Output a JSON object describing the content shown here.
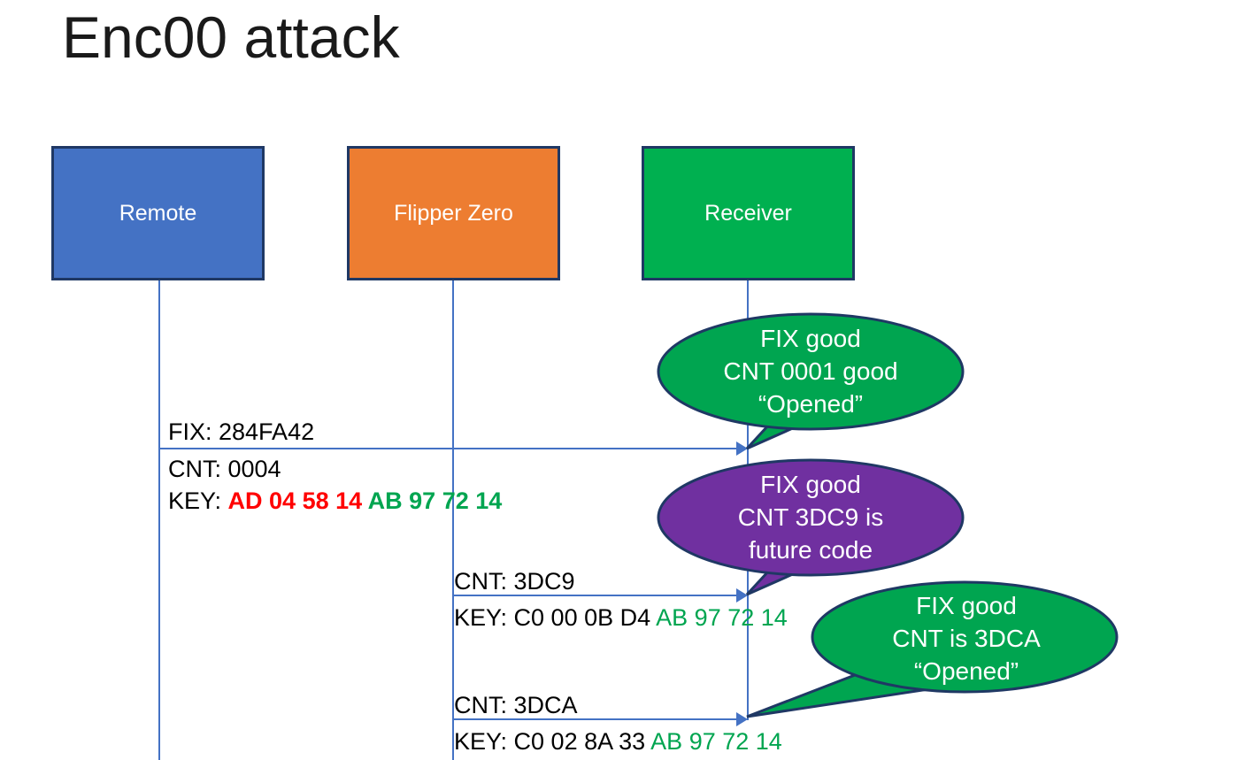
{
  "slide": {
    "title": "Enc00 attack",
    "background": "#ffffff"
  },
  "colors": {
    "remote": "#4472c4",
    "flipper": "#ed7d31",
    "receiver": "#00b050",
    "bubble_good": "#00a550",
    "bubble_future": "#7030a0",
    "border": "#1f3864",
    "arrow": "#4472c4",
    "key_red": "#ff0000",
    "key_green": "#00a550",
    "text": "#000000"
  },
  "actors": [
    {
      "name": "remote",
      "label": "Remote",
      "color": "#4472c4"
    },
    {
      "name": "flipper",
      "label": "Flipper Zero",
      "color": "#ed7d31"
    },
    {
      "name": "receiver",
      "label": "Receiver",
      "color": "#00b050"
    }
  ],
  "messages": [
    {
      "id": "m1",
      "from": "remote",
      "to": "receiver",
      "lines": [
        {
          "label": "FIX: 284FA42"
        },
        {
          "label": "CNT: 0004"
        },
        {
          "prefix": "KEY: ",
          "segments": [
            {
              "text": "AD 04 58 14 ",
              "color": "#ff0000",
              "bold": true
            },
            {
              "text": "AB 97 72 14",
              "color": "#00a550",
              "bold": true
            }
          ]
        }
      ]
    },
    {
      "id": "m2",
      "from": "flipper",
      "to": "receiver",
      "lines": [
        {
          "label": "CNT: 3DC9"
        },
        {
          "prefix": "KEY: C0 00 0B D4 ",
          "segments": [
            {
              "text": "AB 97 72 14",
              "color": "#00a550",
              "bold": false
            }
          ]
        }
      ]
    },
    {
      "id": "m3",
      "from": "flipper",
      "to": "receiver",
      "lines": [
        {
          "label": "CNT: 3DCA"
        },
        {
          "prefix": "KEY: C0 02 8A 33 ",
          "segments": [
            {
              "text": "AB 97 72 14",
              "color": "#00a550",
              "bold": false
            }
          ]
        }
      ]
    }
  ],
  "callouts": [
    {
      "id": "c1",
      "fill": "#00a550",
      "lines": [
        "FIX good",
        "CNT 0001 good",
        "“Opened”"
      ]
    },
    {
      "id": "c2",
      "fill": "#7030a0",
      "lines": [
        "FIX good",
        "CNT 3DC9 is",
        "future code"
      ]
    },
    {
      "id": "c3",
      "fill": "#00a550",
      "lines": [
        "FIX good",
        "CNT is 3DCA",
        "“Opened”"
      ]
    }
  ]
}
